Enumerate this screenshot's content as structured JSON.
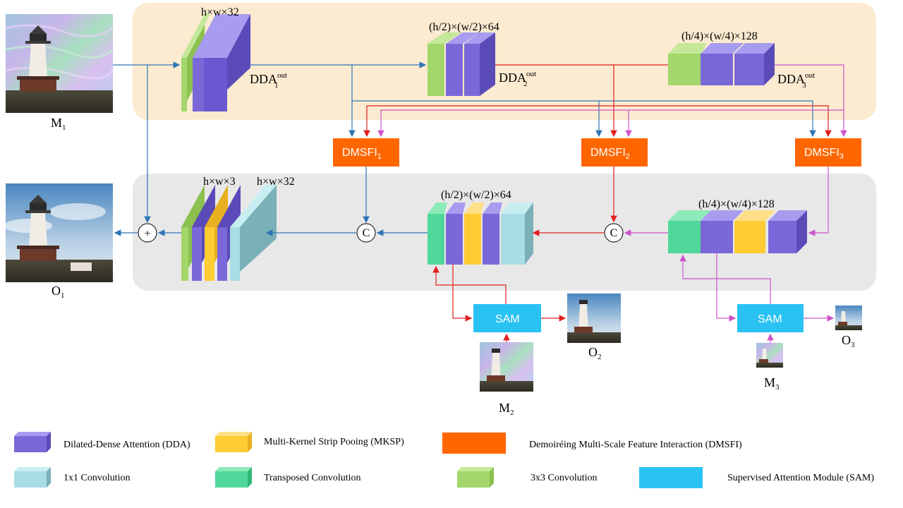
{
  "inputs": {
    "m1": "M",
    "m1_sub": "1",
    "m2": "M",
    "m2_sub": "2",
    "m3": "M",
    "m3_sub": "3"
  },
  "outputs": {
    "o1": "O",
    "o1_sub": "1",
    "o2": "O",
    "o2_sub": "2",
    "o3": "O",
    "o3_sub": "3"
  },
  "dims": {
    "enc1": "h×w×32",
    "enc2": "(h/2)×(w/2)×64",
    "enc3": "(h/4)×(w/4)×128",
    "dec1a": "h×w×3",
    "dec1b": "h×w×32",
    "dec2": "(h/2)×(w/2)×64",
    "dec3": "(h/4)×(w/4)×128"
  },
  "dda": {
    "base": "DDA",
    "sup": "out",
    "sub1": "1",
    "sub2": "2",
    "sub3": "3"
  },
  "dmsfi": {
    "base": "DMSFI",
    "sub1": "1",
    "sub2": "2",
    "sub3": "3"
  },
  "sam": {
    "label": "SAM"
  },
  "ops": {
    "concat": "C",
    "add": "+"
  },
  "legend": [
    {
      "label": "Dilated-Dense Attention (DDA)",
      "color": "#7b68d8"
    },
    {
      "label": "Multi-Kernel Strip Pooing (MKSP)",
      "color": "#ffcc33"
    },
    {
      "label": "Demoiréing Multi-Scale Feature Interaction (DMSFI)",
      "color": "#ff6600"
    },
    {
      "label": "1x1 Convolution",
      "color": "#a7dde3"
    },
    {
      "label": "Transposed Convolution",
      "color": "#4fd89a"
    },
    {
      "label": "3x3 Convolution",
      "color": "#a3d66b"
    },
    {
      "label": "Supervised Attention Module (SAM)",
      "color": "#29c2f2"
    }
  ],
  "colors": {
    "dda": "#7b68d8",
    "mksp": "#ffcc33",
    "dmsfi": "#ff6600",
    "conv1x1": "#a7dde3",
    "tconv": "#4fd89a",
    "conv3x3": "#a3d66b",
    "sam": "#29c2f2",
    "encoder_bg": "#fcebd0",
    "decoder_bg": "#e8e8e8",
    "arrow_blue": "#2e75b6",
    "arrow_red": "#e02020",
    "arrow_magenta": "#cc55cc"
  }
}
